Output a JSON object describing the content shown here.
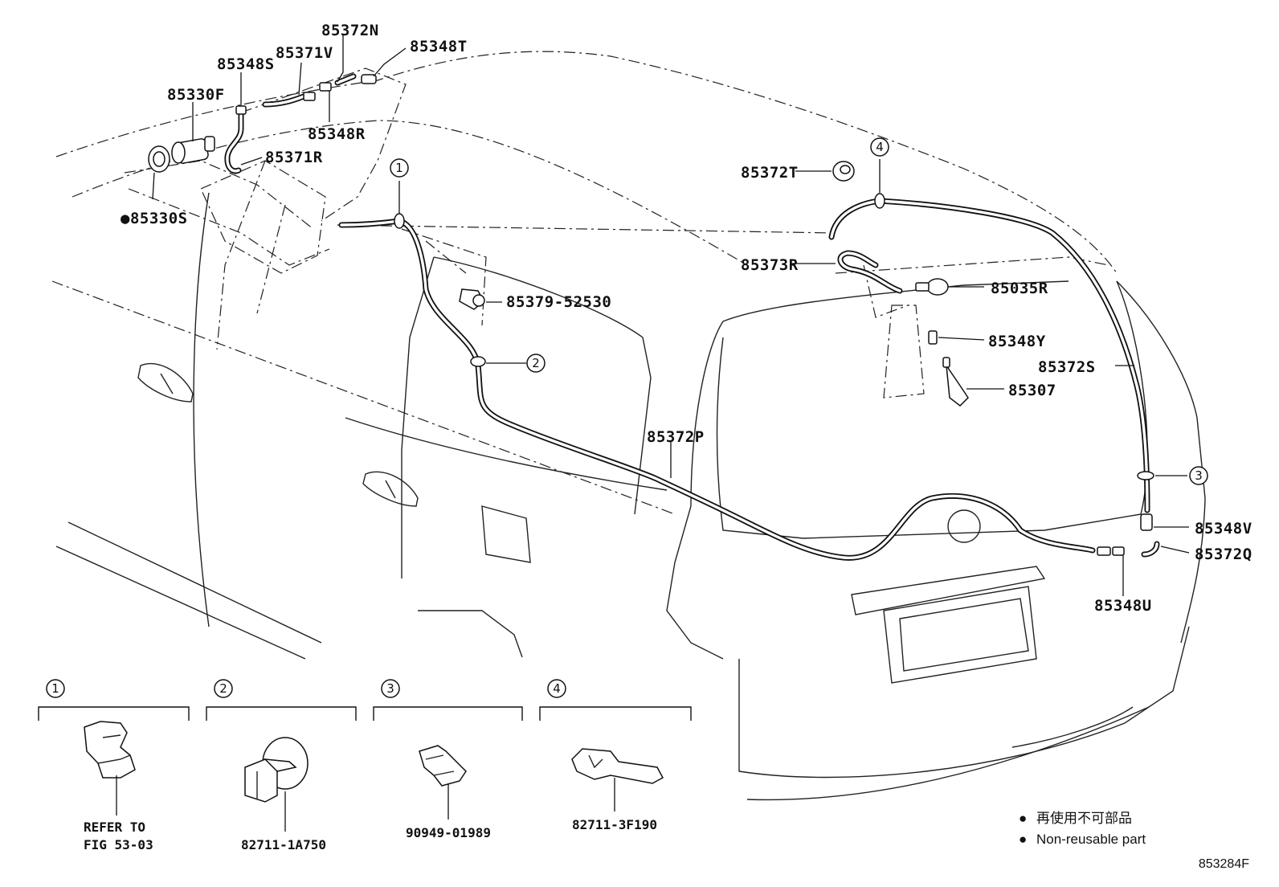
{
  "parts": [
    {
      "id": "p85372N",
      "label": "85372N"
    },
    {
      "id": "p85348T",
      "label": "85348T"
    },
    {
      "id": "p85348S",
      "label": "85348S"
    },
    {
      "id": "p85371V",
      "label": "85371V"
    },
    {
      "id": "p85330F",
      "label": "85330F"
    },
    {
      "id": "p85348R",
      "label": "85348R"
    },
    {
      "id": "p85371R",
      "label": "85371R"
    },
    {
      "id": "p85330S",
      "label": "●85330S"
    },
    {
      "id": "p85372T",
      "label": "85372T"
    },
    {
      "id": "p85373R",
      "label": "85373R"
    },
    {
      "id": "p85035R",
      "label": "85035R"
    },
    {
      "id": "p85379",
      "label": "85379-52530"
    },
    {
      "id": "p85348Y",
      "label": "85348Y"
    },
    {
      "id": "p85372S",
      "label": "85372S"
    },
    {
      "id": "p85307",
      "label": "85307"
    },
    {
      "id": "p85372P",
      "label": "85372P"
    },
    {
      "id": "p85348V",
      "label": "85348V"
    },
    {
      "id": "p85372Q",
      "label": "85372Q"
    },
    {
      "id": "p85348U",
      "label": "85348U"
    }
  ],
  "callouts": [
    "1",
    "2",
    "3",
    "4"
  ],
  "clip_groups": [
    {
      "number": "1",
      "caption_line1": "REFER TO",
      "caption_line2": "FIG 53-03"
    },
    {
      "number": "2",
      "caption_line1": "82711-1A750",
      "caption_line2": ""
    },
    {
      "number": "3",
      "caption_line1": "90949-01989",
      "caption_line2": ""
    },
    {
      "number": "4",
      "caption_line1": "82711-3F190",
      "caption_line2": ""
    }
  ],
  "legend": {
    "marker": "●",
    "japanese": "再使用不可部品",
    "english": "Non-reusable part"
  },
  "figure_code": "853284F"
}
